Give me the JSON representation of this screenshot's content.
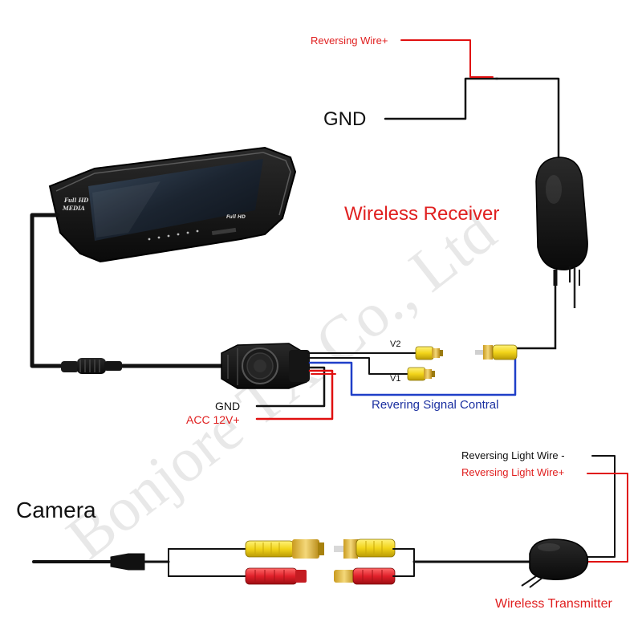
{
  "labels": {
    "reversing_wire_plus": "Reversing Wire+",
    "gnd_top": "GND",
    "wireless_receiver": "Wireless Receiver",
    "v2": "V2",
    "v1": "V1",
    "gnd_power": "GND",
    "acc": "ACC 12V+",
    "reversing_signal": "Revering Signal Contral",
    "reversing_light_minus": "Reversing Light Wire -",
    "reversing_light_plus": "Reversing Light Wire+",
    "camera": "Camera",
    "wireless_transmitter": "Wireless Transmitter"
  },
  "mirror": {
    "brand_line1": "Full HD",
    "brand_line2": "MEDIA",
    "badge": "Full HD"
  },
  "watermark": "Bonjore TX Co., Ltd",
  "colors": {
    "red_label": "#e02020",
    "blue_label": "#1a2fa0",
    "wire_black": "#111111",
    "wire_red": "#e01010",
    "wire_blue": "#1f3fc8",
    "rca_yellow": "#f2d41a",
    "rca_red": "#e0202a"
  }
}
